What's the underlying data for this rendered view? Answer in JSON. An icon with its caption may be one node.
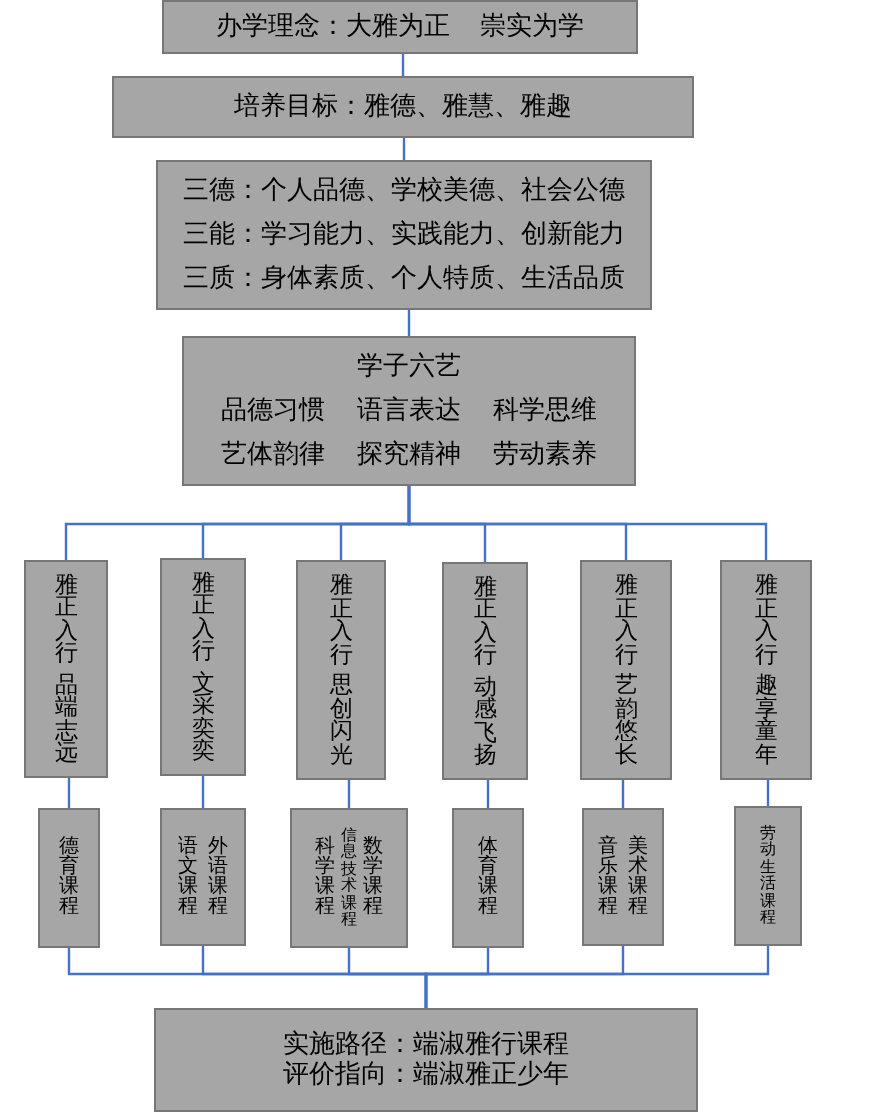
{
  "diagram": {
    "nodes": [
      {
        "text": [
          "办学理念：大雅为正 崇实为学"
        ]
      },
      {
        "text": [
          "培养目标：雅德、雅慧、雅趣"
        ]
      },
      {
        "text": [
          "三德：个人品德、学校美德、社会公德",
          "三能：学习能力、实践能力、创新能力",
          "三质：身体素质、个人特质、生活品质"
        ]
      },
      {
        "text": [
          "学子六艺",
          "品德习惯 语言表达 科学思维",
          "艺体韵律 探究精神 劳动素养"
        ]
      },
      {
        "text": [
          "雅正入行",
          "品端志远"
        ]
      },
      {
        "text": [
          "雅正入行",
          "文采奕奕"
        ]
      },
      {
        "text": [
          "雅正入行",
          "思创闪光"
        ]
      },
      {
        "text": [
          "雅正入行",
          "动感飞扬"
        ]
      },
      {
        "text": [
          "雅正入行",
          "艺韵悠长"
        ]
      },
      {
        "text": [
          "雅正入行",
          "趣享童年"
        ]
      },
      {
        "text": [
          "德育课程"
        ]
      },
      {
        "text": [
          "语文课程",
          "外语课程"
        ]
      },
      {
        "text": [
          "科学课程",
          "信息技术课程",
          "数学课程"
        ]
      },
      {
        "text": [
          "体育课程"
        ]
      },
      {
        "text": [
          "音乐课程",
          "美术课程"
        ]
      },
      {
        "text": [
          "劳动生活课程"
        ]
      },
      {
        "text": [
          "实施路径：端淑雅行课程",
          "评价指向：端淑雅正少年"
        ]
      }
    ],
    "edges": [
      {
        "from": 0,
        "to": 1,
        "arrow": "none"
      },
      {
        "from": 1,
        "to": 2,
        "arrow": "none"
      },
      {
        "from": 2,
        "to": 3,
        "arrow": "none"
      },
      {
        "from": 3,
        "to": 4,
        "arrow": "none"
      },
      {
        "from": 3,
        "to": 5,
        "arrow": "none"
      },
      {
        "from": 3,
        "to": 6,
        "arrow": "none"
      },
      {
        "from": 3,
        "to": 7,
        "arrow": "none"
      },
      {
        "from": 3,
        "to": 8,
        "arrow": "none"
      },
      {
        "from": 3,
        "to": 9,
        "arrow": "none"
      },
      {
        "from": 4,
        "to": 10,
        "arrow": "none"
      },
      {
        "from": 5,
        "to": 11,
        "arrow": "none"
      },
      {
        "from": 6,
        "to": 12,
        "arrow": "none"
      },
      {
        "from": 7,
        "to": 13,
        "arrow": "none"
      },
      {
        "from": 8,
        "to": 14,
        "arrow": "none"
      },
      {
        "from": 9,
        "to": 15,
        "arrow": "none"
      },
      {
        "from": 10,
        "to": 16,
        "arrow": "none"
      },
      {
        "from": 11,
        "to": 16,
        "arrow": "none"
      },
      {
        "from": 12,
        "to": 16,
        "arrow": "none"
      },
      {
        "from": 13,
        "to": 16,
        "arrow": "none"
      },
      {
        "from": 14,
        "to": 16,
        "arrow": "none"
      },
      {
        "from": 15,
        "to": 16,
        "arrow": "none"
      }
    ]
  }
}
